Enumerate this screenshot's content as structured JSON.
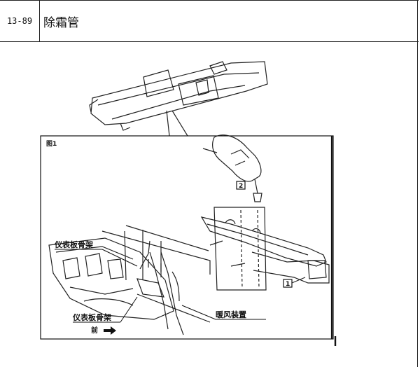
{
  "header": {
    "page_code": "13-89",
    "title": "除霜管"
  },
  "figure": {
    "caption": "图1",
    "callout_1": "1",
    "callout_2": "2",
    "label_instrument_panel_frame_upper": "仪表板骨架",
    "label_heater_unit": "暖风装置",
    "label_instrument_panel_frame_lower": "仪表板骨架",
    "label_front": "前"
  }
}
